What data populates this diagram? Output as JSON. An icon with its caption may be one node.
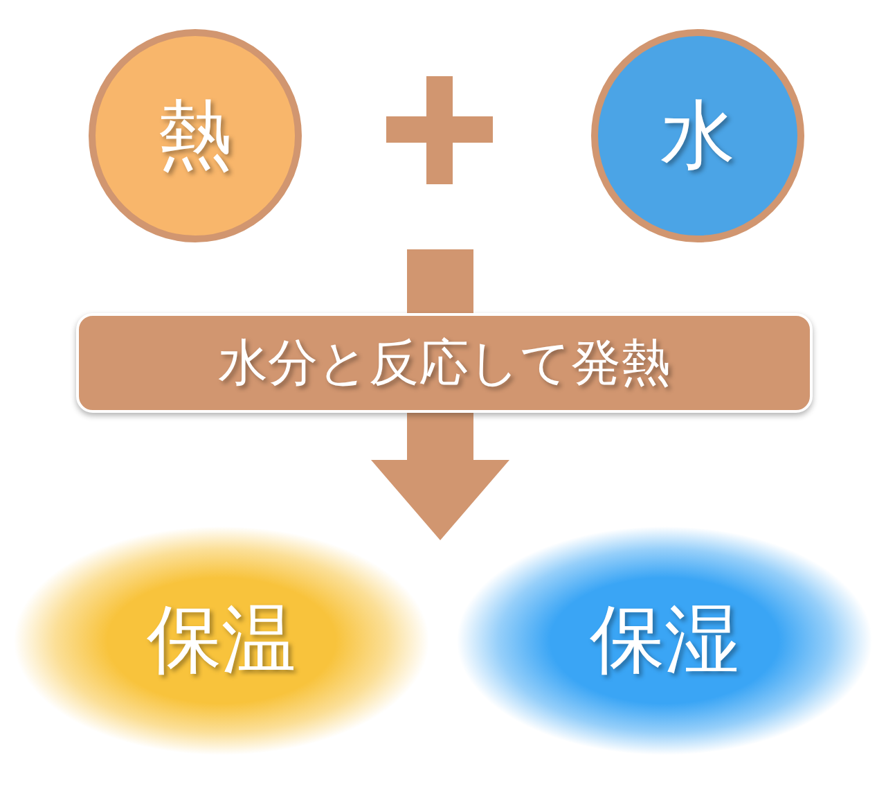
{
  "diagram": {
    "nodes": [
      {
        "text": [
          "熱"
        ]
      },
      {
        "text": [
          "水"
        ]
      },
      {
        "text": [
          "水分と反応して発熱"
        ]
      },
      {
        "text": [
          "保温"
        ]
      },
      {
        "text": [
          "保湿"
        ]
      }
    ],
    "edges": [
      {
        "from": null,
        "to": 2,
        "arrow": "none"
      },
      {
        "from": 2,
        "to": null,
        "arrow": "to"
      }
    ]
  }
}
